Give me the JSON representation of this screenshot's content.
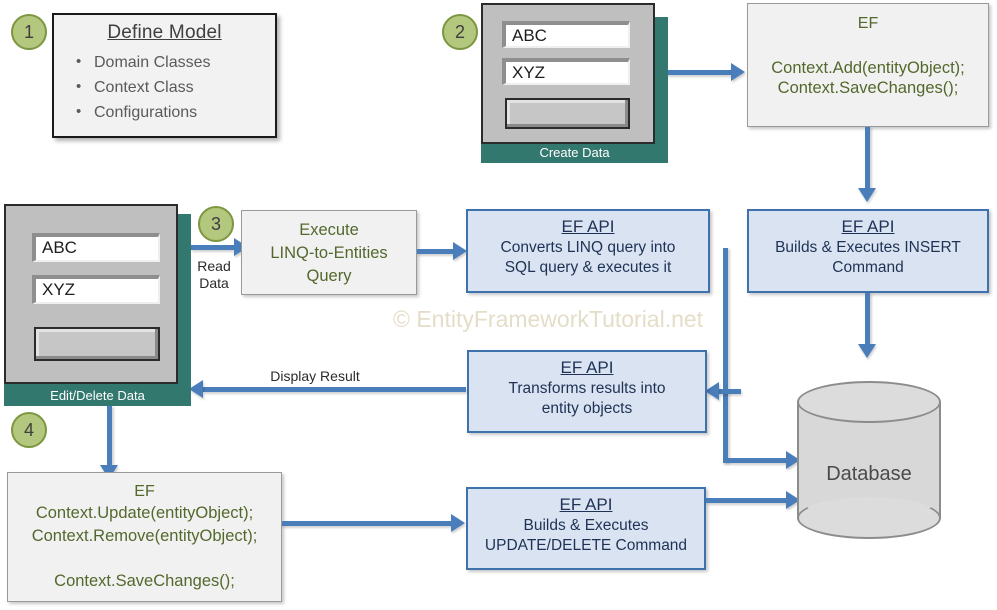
{
  "steps": {
    "one": "1",
    "two": "2",
    "three": "3",
    "four": "4"
  },
  "define_model": {
    "title": "Define Model",
    "items": [
      "Domain Classes",
      "Context Class",
      "Configurations"
    ]
  },
  "create_form": {
    "caption": "Create Data",
    "field1": "ABC",
    "field2": "XYZ",
    "button": ""
  },
  "edit_form": {
    "caption": "Edit/Delete Data",
    "field1": "ABC",
    "field2": "XYZ",
    "button": ""
  },
  "ef_add": {
    "title": "EF",
    "line1": "Context.Add(entityObject);",
    "line2": "Context.SaveChanges();"
  },
  "ef_update": {
    "title": "EF",
    "line1": "Context.Update(entityObject);",
    "line2": "Context.Remove(entityObject);",
    "line3": "Context.SaveChanges();"
  },
  "execute_linq": {
    "line1": "Execute",
    "line2": "LINQ-to-Entities",
    "line3": "Query"
  },
  "ef_api_convert": {
    "title": "EF API",
    "line1": "Converts LINQ query into",
    "line2": "SQL query & executes it"
  },
  "ef_api_insert": {
    "title": "EF API",
    "line1": "Builds & Executes INSERT",
    "line2": "Command"
  },
  "ef_api_transform": {
    "title": "EF API",
    "line1": "Transforms results into",
    "line2": "entity objects"
  },
  "ef_api_updatedelete": {
    "title": "EF API",
    "line1": "Builds & Executes",
    "line2": "UPDATE/DELETE Command"
  },
  "database": {
    "label": "Database"
  },
  "connectors": {
    "read_data_line1": "Read",
    "read_data_line2": "Data",
    "display_result": "Display Result"
  },
  "watermark": {
    "text": "© EntityFrameworkTutorial.net"
  },
  "colors": {
    "accent_blue": "#4a7ebb",
    "box_blue_fill": "#d9e3f1",
    "box_blue_border": "#3f72ad",
    "badge_green_fill": "#b3c77e",
    "badge_green_border": "#7d9640",
    "teal_panel": "#33786f",
    "ef_text_green": "#53682c",
    "watermark": "#e4ddc8"
  }
}
